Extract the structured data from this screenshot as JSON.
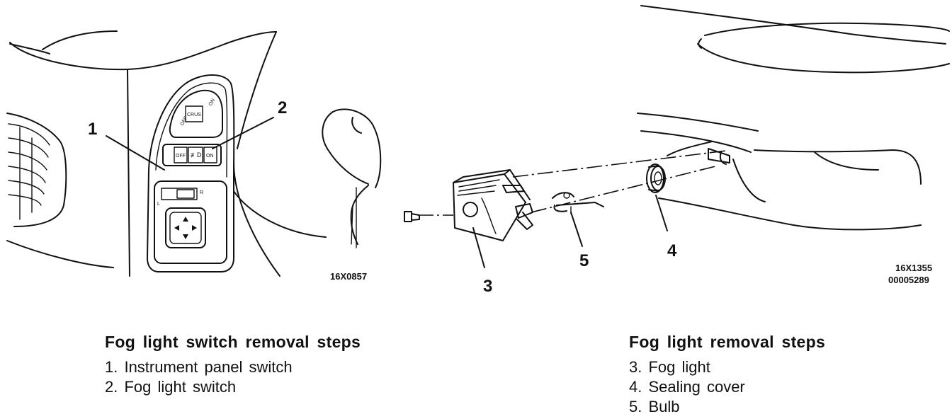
{
  "diagram": {
    "callouts": [
      "1",
      "2",
      "3",
      "4",
      "5"
    ],
    "figure_codes": {
      "left": "16X0857",
      "right_top": "16X1355",
      "right_bottom": "00005289"
    },
    "switch_labels": {
      "off": "OFF",
      "on": "ON",
      "fog_symbol": "≢D",
      "selector_l": "L",
      "selector_r": "R"
    }
  },
  "switch_steps": {
    "title": "Fog light switch removal steps",
    "items": [
      "1. Instrument panel switch",
      "2. Fog light switch"
    ]
  },
  "light_steps": {
    "title": "Fog light removal steps",
    "items": [
      "3. Fog light",
      "4. Sealing cover",
      "5. Bulb"
    ]
  }
}
